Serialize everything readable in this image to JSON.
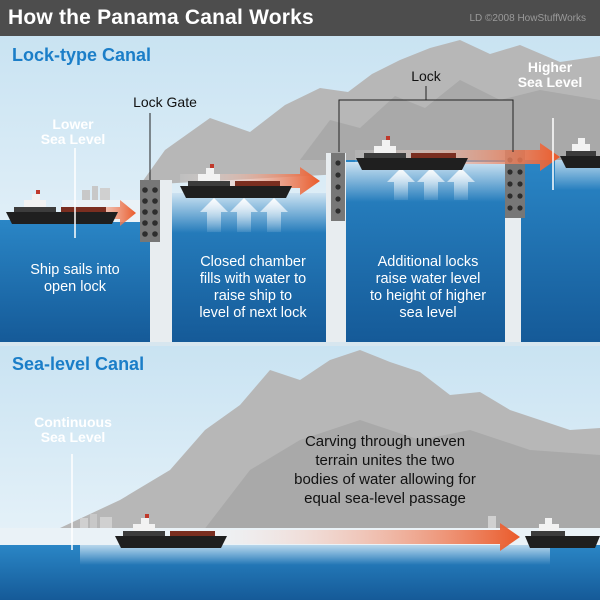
{
  "header": {
    "title": "How the Panama Canal Works",
    "credit": "LD ©2008 HowStuffWorks"
  },
  "lock_canal": {
    "heading": "Lock-type Canal",
    "lower_sea_level": "Lower\nSea Level",
    "higher_sea_level": "Higher\nSea Level",
    "lock_gate": "Lock Gate",
    "lock": "Lock",
    "step1": "Ship sails into\nopen lock",
    "step2": "Closed chamber\nfills with water to\nraise ship to\nlevel of next lock",
    "step3": "Additional locks\nraise water level\nto height of higher\nsea level"
  },
  "sea_level_canal": {
    "heading": "Sea-level Canal",
    "continuous_sea_level": "Continuous\nSea Level",
    "description": "Carving through uneven\nterrain unites the two\nbodies of water allowing for\nequal sea-level passage"
  },
  "colors": {
    "header_bg": "#4d4d4d",
    "sky": "#dfeef7",
    "water": "#1b6fb2",
    "mountain": "#b5b5b5",
    "arrow": "#ea5a2a"
  }
}
